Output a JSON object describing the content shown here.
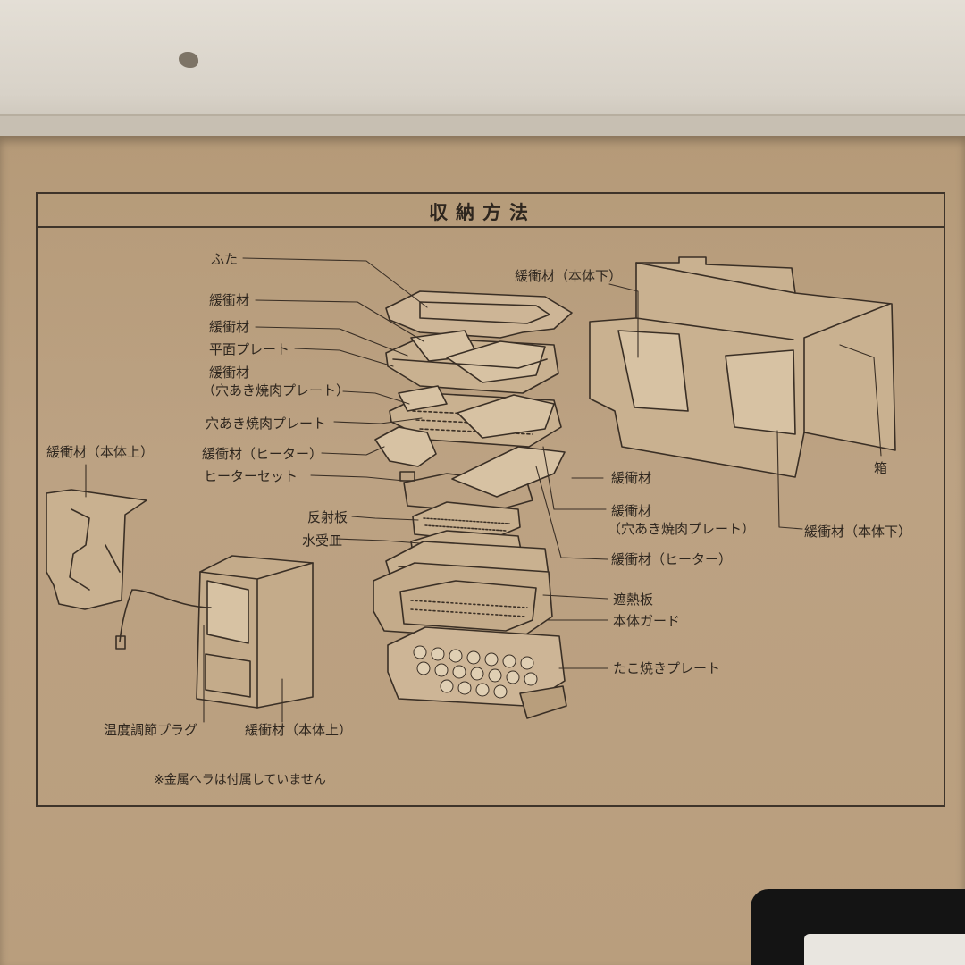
{
  "title": "収納方法",
  "labels": {
    "futa": "ふた",
    "kanshozai_1": "緩衝材",
    "kanshozai_2": "緩衝材",
    "heimen_plate": "平面プレート",
    "kanshozai_anaaki_line1": "緩衝材",
    "kanshozai_anaaki_line2": "（穴あき焼肉プレート）",
    "anaaki_plate": "穴あき焼肉プレート",
    "kanshozai_heater": "緩衝材（ヒーター）",
    "heater_set": "ヒーターセット",
    "hanshaban": "反射板",
    "mizuukezara": "水受皿",
    "kanshozai_hontai_ue_left": "緩衝材（本体上）",
    "ondo_plug": "温度調節プラグ",
    "kanshozai_hontai_ue_bottom": "緩衝材（本体上）",
    "kanshozai_hontai_shita_top": "緩衝材（本体下）",
    "hako": "箱",
    "kanshozai_hontai_shita_right": "緩衝材（本体下）",
    "r_kanshozai": "緩衝材",
    "r_kanshozai_anaaki_line1": "緩衝材",
    "r_kanshozai_anaaki_line2": "（穴あき焼肉プレート）",
    "r_kanshozai_heater": "緩衝材（ヒーター）",
    "shanetsuban": "遮熱板",
    "hontai_guard": "本体ガード",
    "takoyaki_plate": "たこ焼きプレート"
  },
  "note": "※金属ヘラは付属していません"
}
